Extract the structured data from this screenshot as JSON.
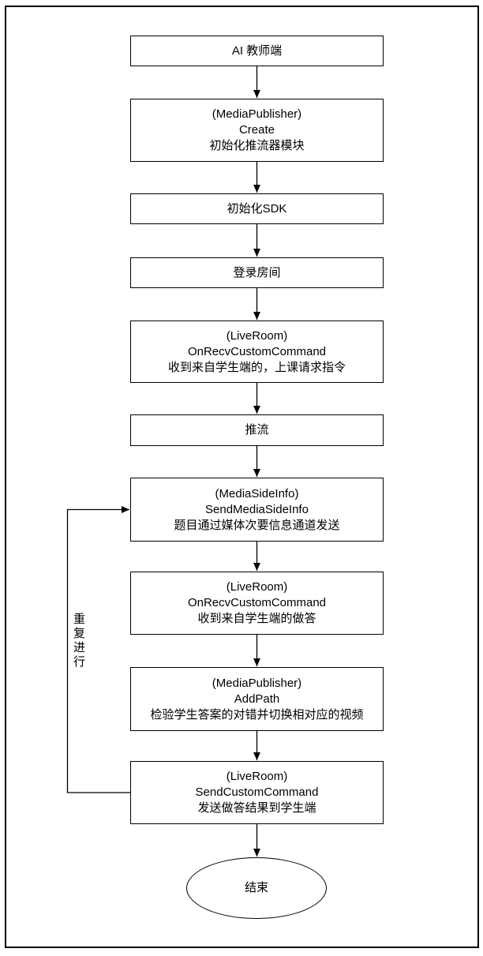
{
  "flowchart": {
    "nodes": {
      "start": {
        "text": "AI 教师端"
      },
      "create_publisher": {
        "text": "(MediaPublisher)\nCreate\n初始化推流器模块"
      },
      "init_sdk": {
        "text": "初始化SDK"
      },
      "login_room": {
        "text": "登录房间"
      },
      "recv_class_request": {
        "text": "(LiveRoom)\nOnRecvCustomCommand\n收到来自学生端的，上课请求指令"
      },
      "push_stream": {
        "text": "推流"
      },
      "send_media_side_info": {
        "text": "(MediaSideInfo)\nSendMediaSideInfo\n题目通过媒体次要信息通道发送"
      },
      "recv_answer": {
        "text": "(LiveRoom)\nOnRecvCustomCommand\n收到来自学生端的做答"
      },
      "add_path": {
        "text": "(MediaPublisher)\nAddPath\n检验学生答案的对错并切换相对应的视频"
      },
      "send_result": {
        "text": "(LiveRoom)\nSendCustomCommand\n发送做答结果到学生端"
      },
      "end": {
        "text": "结束"
      }
    },
    "loop_label": "重复进行",
    "colors": {
      "stroke": "#000000",
      "fill": "#ffffff"
    }
  }
}
